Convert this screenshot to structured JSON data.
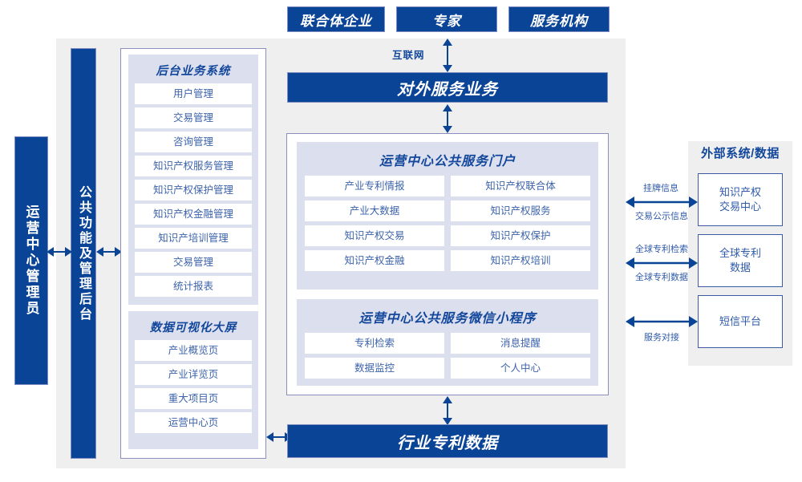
{
  "top_actors": [
    {
      "label": "联合体企业"
    },
    {
      "label": "专家"
    },
    {
      "label": "服务机构"
    }
  ],
  "internet_label": "互联网",
  "external_service_bar": "对外服务业务",
  "industry_data_bar": "行业专利数据",
  "left_columns": [
    {
      "label": "运营中心管理员"
    },
    {
      "label": "公共功能及管理后台"
    }
  ],
  "backend_system": {
    "title": "后台业务系统",
    "items": [
      "用户管理",
      "交易管理",
      "咨询管理",
      "知识产权服务管理",
      "知识产权保护管理",
      "知识产权金融管理",
      "知识产培训管理",
      "交易管理",
      "统计报表"
    ]
  },
  "data_visualization": {
    "title": "数据可视化大屏",
    "items": [
      "产业概览页",
      "产业详览页",
      "重大项目页",
      "运营中心页"
    ]
  },
  "portal": {
    "title": "运营中心公共服务门户",
    "items": [
      "产业专利情报",
      "知识产权联合体",
      "产业大数据",
      "知识产权服务",
      "知识产权交易",
      "知识产权保护",
      "知识产权金融",
      "知识产权培训"
    ]
  },
  "miniprogram": {
    "title": "运营中心公共服务微信小程序",
    "items": [
      "专利检索",
      "消息提醒",
      "数据监控",
      "个人中心"
    ]
  },
  "external": {
    "title": "外部系统/数据",
    "boxes": [
      {
        "label": "知识产权\n交易中心"
      },
      {
        "label": "全球专利\n数据"
      },
      {
        "label": "短信平台"
      }
    ],
    "connections": [
      {
        "above": "挂牌信息",
        "below": "交易公示信息"
      },
      {
        "above": "全球专利检索",
        "below": "全球专利数据"
      },
      {
        "above": "",
        "below": "服务对接"
      }
    ]
  },
  "colors": {
    "brand_blue": "#0a4496",
    "panel_grey": "#efefef",
    "lavender": "#dcdfee",
    "text_blue": "#3c63ab",
    "border_blue": "#8b8fc0"
  }
}
